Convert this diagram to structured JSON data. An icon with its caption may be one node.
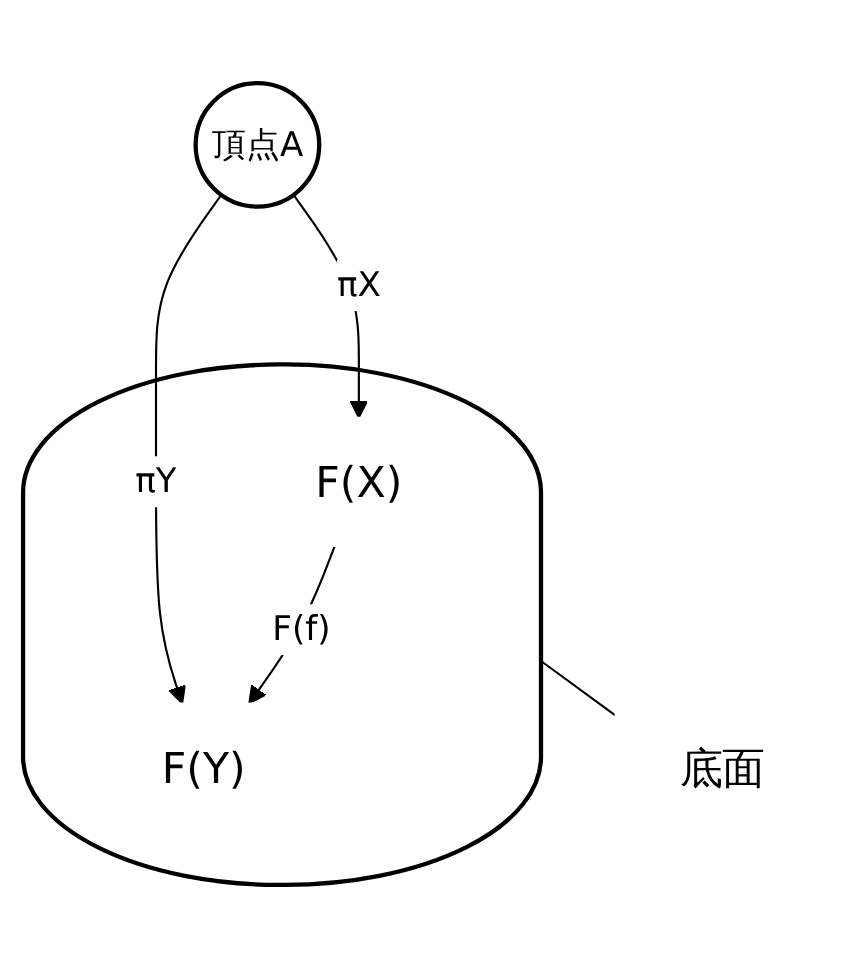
{
  "diagram": {
    "nodes": [
      {
        "text": [
          "頂点A"
        ]
      },
      {
        "text": [],
        "shape": "ellipse"
      },
      {
        "text": [
          "F(X)"
        ],
        "in": 1
      },
      {
        "text": [
          "F(Y)"
        ],
        "in": 1
      },
      {
        "text": [
          "底面"
        ]
      }
    ],
    "edges": [
      {
        "from": 0,
        "to": 2,
        "label": "πX",
        "arrow": "to"
      },
      {
        "from": 0,
        "to": 3,
        "label": "πY",
        "arrow": "to"
      },
      {
        "from": 2,
        "to": 3,
        "label": "F(f)",
        "arrow": "to"
      },
      {
        "from": 4,
        "to": 1,
        "arrow": "none"
      }
    ]
  }
}
